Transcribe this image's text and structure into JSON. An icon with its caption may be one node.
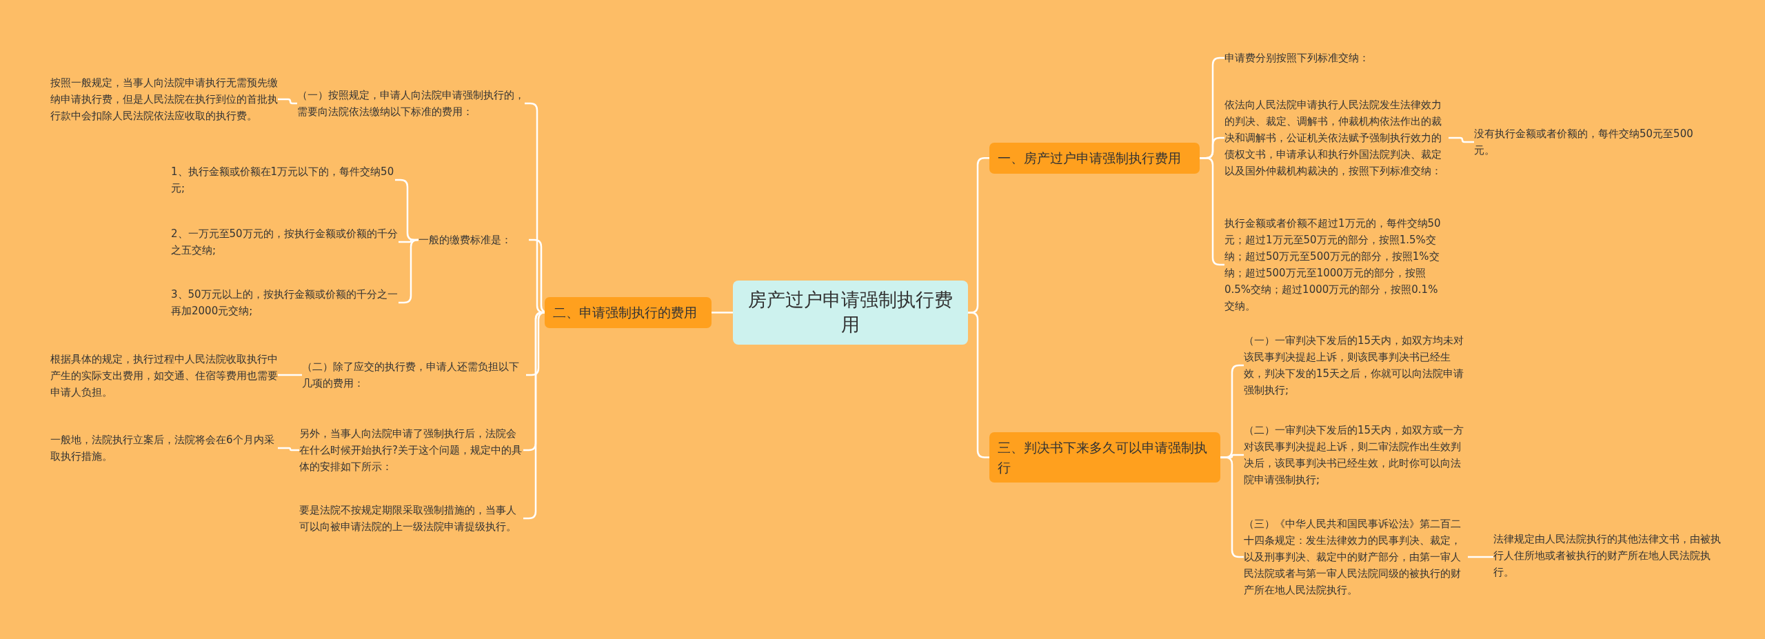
{
  "diagram": {
    "nodes": [
      {
        "text": [
          "房产过户申请强制执行费用"
        ]
      },
      {
        "text": [
          "一、房产过户申请强制执行费用"
        ]
      },
      {
        "text": [
          "申请费分别按照下列标准交纳："
        ]
      },
      {
        "text": [
          "依法向人民法院申请执行人民法院发生法律效力的判决、裁定、调解书，仲裁机构依法作出的裁决和调解书，公证机关依法赋予强制执行效力的债权文书，申请承认和执行外国法院判决、裁定以及国外仲裁机构裁决的，按照下列标准交纳："
        ]
      },
      {
        "text": [
          "没有执行金额或者价额的，每件交纳50元至500元。"
        ]
      },
      {
        "text": [
          "执行金额或者价额不超过1万元的，每件交纳50元；超过1万元至50万元的部分，按照1.5%交纳；超过50万元至500万元的部分，按照1%交纳；超过500万元至1000万元的部分，按照0.5%交纳；超过1000万元的部分，按照0.1%交纳。"
        ]
      },
      {
        "text": [
          "二、申请强制执行的费用"
        ]
      },
      {
        "text": [
          "（一）按照规定，申请人向法院申请强制执行的，需要向法院依法缴纳以下标准的费用："
        ]
      },
      {
        "text": [
          "按照一般规定，当事人向法院申请执行无需预先缴纳申请执行费，但是人民法院在执行到位的首批执行款中会扣除人民法院依法应收取的执行费。"
        ]
      },
      {
        "text": [
          "一般的缴费标准是："
        ]
      },
      {
        "text": [
          "1、执行金额或价额在1万元以下的，每件交纳50元;"
        ]
      },
      {
        "text": [
          "2、一万元至50万元的，按执行金额或价额的千分之五交纳;"
        ]
      },
      {
        "text": [
          "3、50万元以上的，按执行金额或价额的千分之一再加2000元交纳;"
        ]
      },
      {
        "text": [
          "（二）除了应交的执行费，申请人还需负担以下几项的费用："
        ]
      },
      {
        "text": [
          "根据具体的规定，执行过程中人民法院收取执行中产生的实际支出费用，如交通、住宿等费用也需要申请人负担。"
        ]
      },
      {
        "text": [
          "另外，当事人向法院申请了强制执行后，法院会在什么时候开始执行?关于这个问题，规定中的具体的安排如下所示："
        ]
      },
      {
        "text": [
          "一般地，法院执行立案后，法院将会在6个月内采取执行措施。"
        ]
      },
      {
        "text": [
          "要是法院不按规定期限采取强制措施的，当事人可以向被申请法院的上一级法院申请提级执行。"
        ]
      },
      {
        "text": [
          "三、判决书下来多久可以申请强制执行"
        ]
      },
      {
        "text": [
          "（一）一审判决下发后的15天内，如双方均未对该民事判决提起上诉，则该民事判决书已经生效，判决下发的15天之后，你就可以向法院申请强制执行;"
        ]
      },
      {
        "text": [
          "（二）一审判决下发后的15天内，如双方或一方对该民事判决提起上诉，则二审法院作出生效判决后，该民事判决书已经生效，此时你可以向法院申请强制执行;"
        ]
      },
      {
        "text": [
          "（三）《中华人民共和国民事诉讼法》第二百二十四条规定：发生法律效力的民事判决、裁定，以及刑事判决、裁定中的财产部分，由第一审人民法院或者与第一审人民法院同级的被执行的财产所在地人民法院执行。"
        ]
      },
      {
        "text": [
          "法律规定由人民法院执行的其他法律文书，由被执行人住所地或者被执行的财产所在地人民法院执行。"
        ]
      }
    ],
    "edges": [
      {
        "from": 0,
        "to": 1,
        "arrow": "none"
      },
      {
        "from": 1,
        "to": 2,
        "arrow": "none"
      },
      {
        "from": 1,
        "to": 3,
        "arrow": "none"
      },
      {
        "from": 3,
        "to": 4,
        "arrow": "none"
      },
      {
        "from": 1,
        "to": 5,
        "arrow": "none"
      },
      {
        "from": 0,
        "to": 6,
        "arrow": "none"
      },
      {
        "from": 6,
        "to": 7,
        "arrow": "none"
      },
      {
        "from": 7,
        "to": 8,
        "arrow": "none"
      },
      {
        "from": 6,
        "to": 9,
        "arrow": "none"
      },
      {
        "from": 9,
        "to": 10,
        "arrow": "none"
      },
      {
        "from": 9,
        "to": 11,
        "arrow": "none"
      },
      {
        "from": 9,
        "to": 12,
        "arrow": "none"
      },
      {
        "from": 6,
        "to": 13,
        "arrow": "none"
      },
      {
        "from": 13,
        "to": 14,
        "arrow": "none"
      },
      {
        "from": 6,
        "to": 15,
        "arrow": "none"
      },
      {
        "from": 15,
        "to": 16,
        "arrow": "none"
      },
      {
        "from": 6,
        "to": 17,
        "arrow": "none"
      },
      {
        "from": 0,
        "to": 18,
        "arrow": "none"
      },
      {
        "from": 18,
        "to": 19,
        "arrow": "none"
      },
      {
        "from": 18,
        "to": 20,
        "arrow": "none"
      },
      {
        "from": 18,
        "to": 21,
        "arrow": "none"
      },
      {
        "from": 21,
        "to": 22,
        "arrow": "none"
      }
    ]
  }
}
